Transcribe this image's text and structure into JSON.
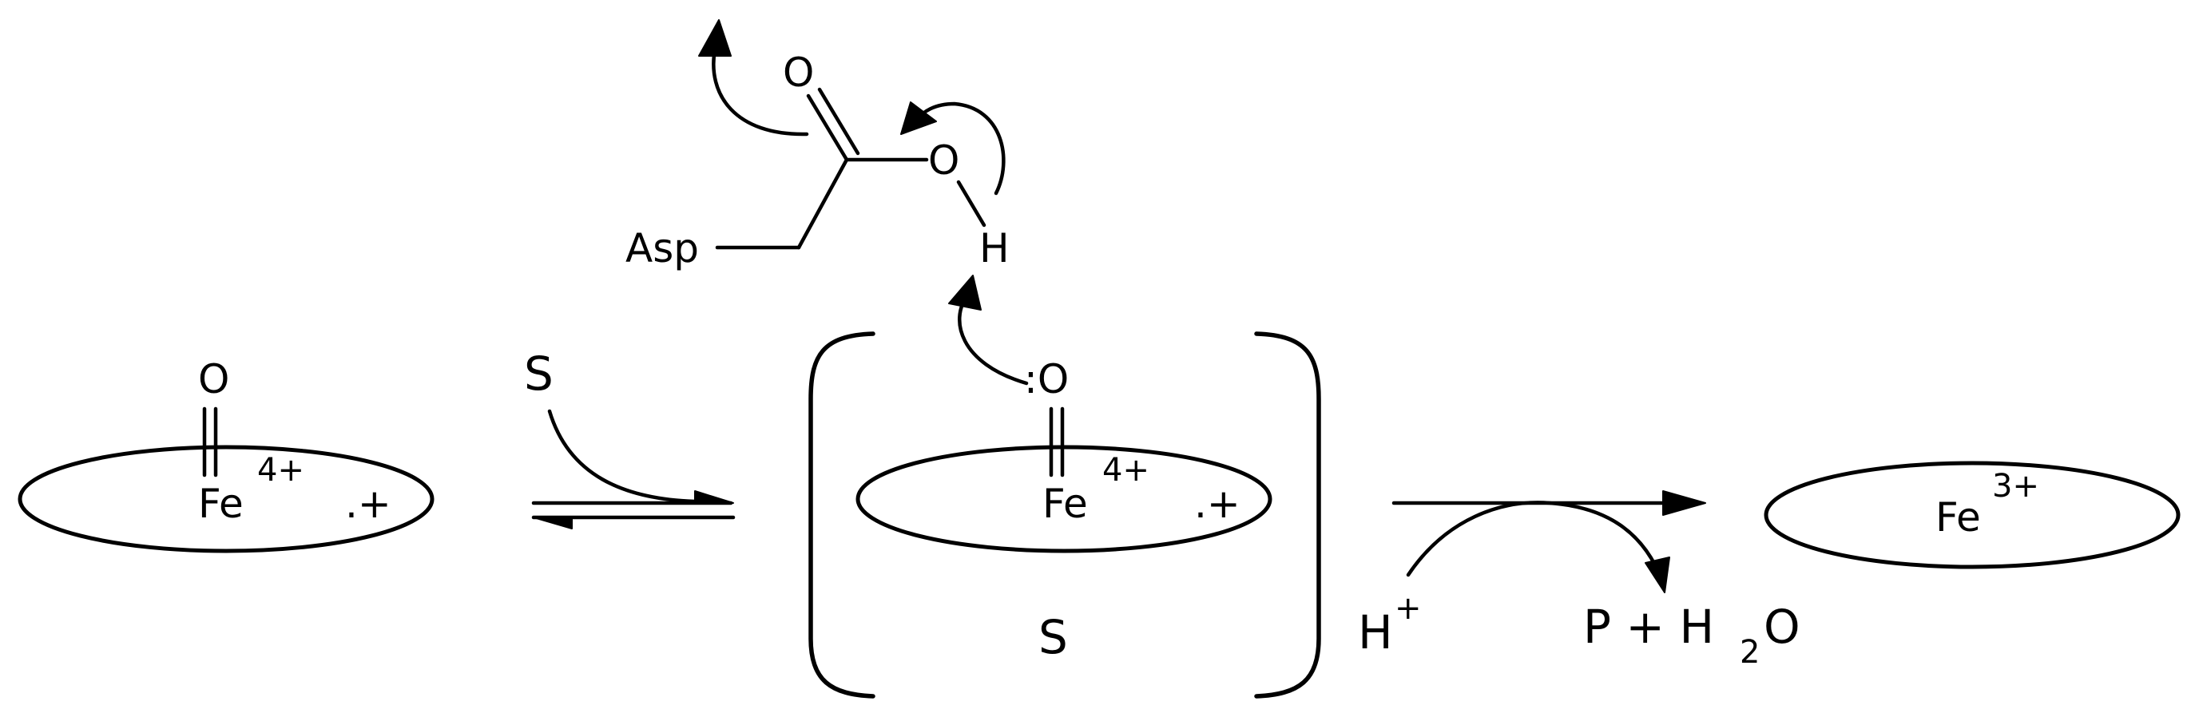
{
  "diagram": {
    "colors": {
      "stroke": "#000000",
      "background": "#ffffff"
    },
    "left_complex": {
      "oxo_label": "O",
      "metal_label": "Fe",
      "charge": "4+",
      "radical": ".+"
    },
    "substrate_label": "S",
    "bracket_complex": {
      "oxo_label": ":O",
      "metal_label": "Fe",
      "charge": "4+",
      "radical": ".+",
      "substrate_label": "S"
    },
    "aspartate": {
      "residue_label": "Asp",
      "carbonyl_o": "O",
      "hydroxyl_o": "O",
      "hydrogen": "H"
    },
    "proton": {
      "label": "H",
      "charge": "+"
    },
    "products": {
      "p": "P + H",
      "subscript": "2",
      "o": "O"
    },
    "right_complex": {
      "metal_label": "Fe",
      "charge": "3+"
    }
  }
}
